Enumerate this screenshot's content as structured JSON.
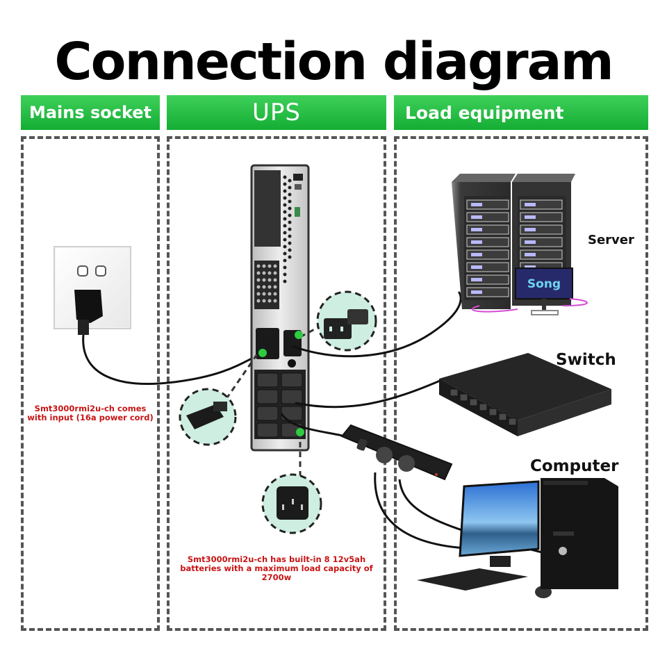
{
  "title": "Connection diagram",
  "sections": {
    "mains": {
      "label": "Mains socket"
    },
    "ups": {
      "label": "UPS"
    },
    "load": {
      "label": "Load equipment"
    }
  },
  "notes": {
    "mains_input": "Smt3000rmi2u-ch comes with input (16a power cord)",
    "ups_batteries": "Smt3000rmi2u-ch has built-in 8 12v5ah batteries with a maximum load capacity of 2700w"
  },
  "devices": {
    "server": {
      "label": "Server",
      "monitor_text": "Song"
    },
    "switch": {
      "label": "Switch"
    },
    "computer": {
      "label": "Computer"
    }
  },
  "colors": {
    "header_green_top": "#3fd05a",
    "header_green_bottom": "#14ad34",
    "note_red": "#c81414",
    "callout_fill": "#cdeee0",
    "connector_dot": "#2ecc40",
    "dash_border": "#555555"
  }
}
